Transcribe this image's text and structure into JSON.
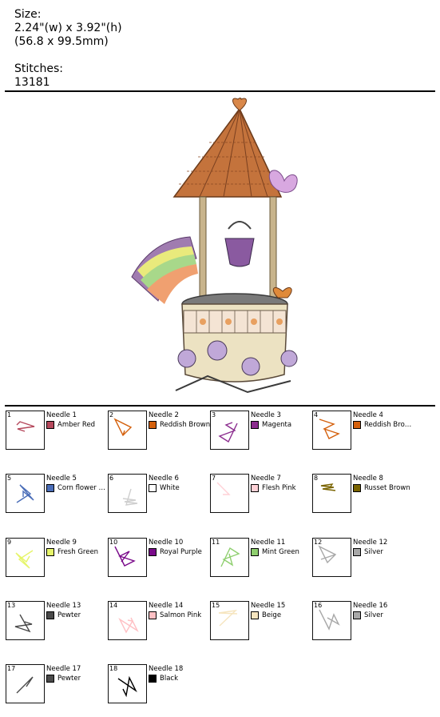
{
  "header": {
    "size_label": "Size:",
    "size_inches": "2.24\"(w) x 3.92\"(h)",
    "size_mm": "(56.8 x 99.5mm)",
    "stitches_label": "Stitches:",
    "stitches_value": "13181"
  },
  "needles": [
    {
      "num": "1",
      "label": "Needle 1",
      "color_name": "Amber Red",
      "color": "#b5485c"
    },
    {
      "num": "2",
      "label": "Needle 2",
      "color_name": "Reddish Brown",
      "color": "#d4600c"
    },
    {
      "num": "3",
      "label": "Needle 3",
      "color_name": "Magenta",
      "color": "#8b2c8e"
    },
    {
      "num": "4",
      "label": "Needle 4",
      "color_name": "Reddish Bro…",
      "color": "#d4600c"
    },
    {
      "num": "5",
      "label": "Needle 5",
      "color_name": "Corn flower …",
      "color": "#4a6db8"
    },
    {
      "num": "6",
      "label": "Needle 6",
      "color_name": "White",
      "color": "#ffffff"
    },
    {
      "num": "7",
      "label": "Needle 7",
      "color_name": "Flesh Pink",
      "color": "#ffd1d6"
    },
    {
      "num": "8",
      "label": "Needle 8",
      "color_name": "Russet Brown",
      "color": "#7a6400"
    },
    {
      "num": "9",
      "label": "Needle 9",
      "color_name": "Fresh Green",
      "color": "#e6f56a"
    },
    {
      "num": "10",
      "label": "Needle 10",
      "color_name": "Royal Purple",
      "color": "#7a0a8a"
    },
    {
      "num": "11",
      "label": "Needle 11",
      "color_name": "Mint Green",
      "color": "#8fcf6f"
    },
    {
      "num": "12",
      "label": "Needle 12",
      "color_name": "Silver",
      "color": "#a8a8a8"
    },
    {
      "num": "13",
      "label": "Needle 13",
      "color_name": "Pewter",
      "color": "#4a4a4a"
    },
    {
      "num": "14",
      "label": "Needle 14",
      "color_name": "Salmon Pink",
      "color": "#ffc0c4"
    },
    {
      "num": "15",
      "label": "Needle 15",
      "color_name": "Beige",
      "color": "#f6e5bf"
    },
    {
      "num": "16",
      "label": "Needle 16",
      "color_name": "Silver",
      "color": "#a8a8a8"
    },
    {
      "num": "17",
      "label": "Needle 17",
      "color_name": "Pewter",
      "color": "#4a4a4a"
    },
    {
      "num": "18",
      "label": "Needle 18",
      "color_name": "Black",
      "color": "#000000"
    }
  ]
}
